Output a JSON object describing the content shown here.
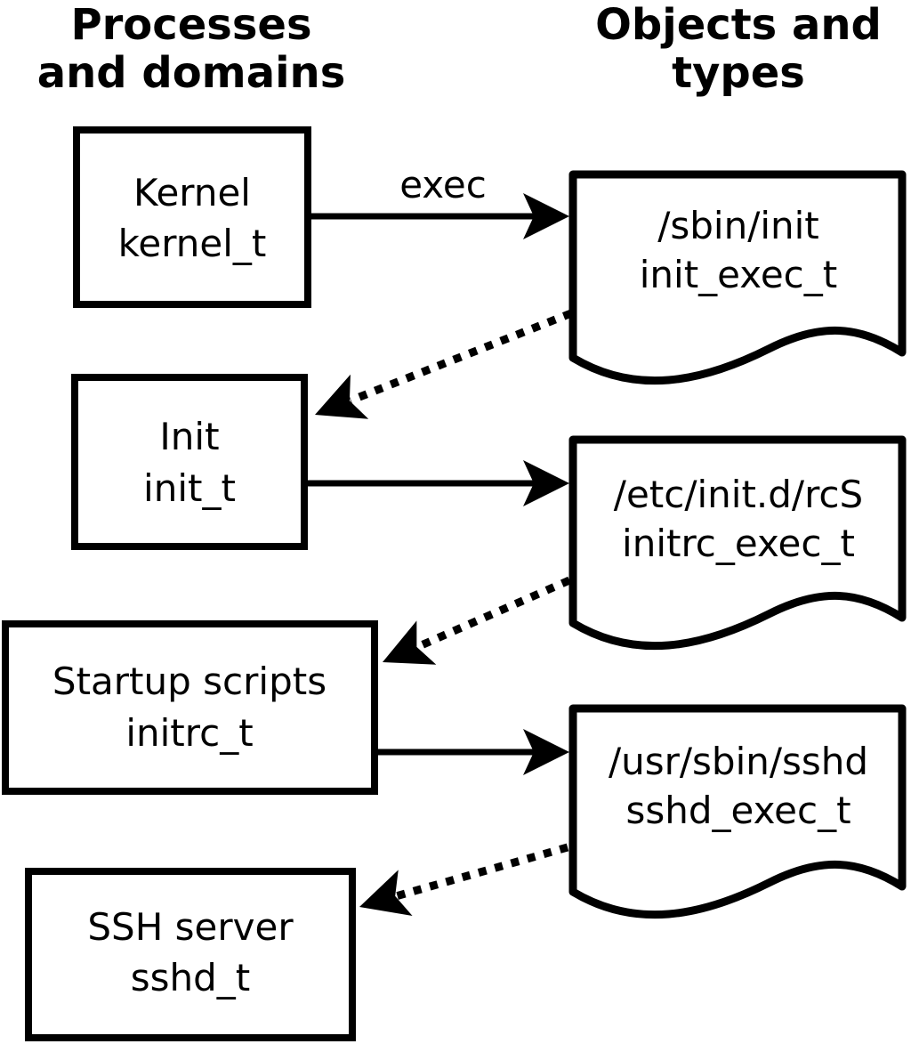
{
  "diagram": {
    "columns": {
      "left": {
        "title_line1": "Processes",
        "title_line2": "and domains"
      },
      "right": {
        "title_line1": "Objects and",
        "title_line2": "types"
      }
    },
    "process_nodes": [
      {
        "name": "Kernel",
        "domain": "kernel_t"
      },
      {
        "name": "Init",
        "domain": "init_t"
      },
      {
        "name": "Startup scripts",
        "domain": "initrc_t"
      },
      {
        "name": "SSH server",
        "domain": "sshd_t"
      }
    ],
    "object_nodes": [
      {
        "path": "/sbin/init",
        "type": "init_exec_t"
      },
      {
        "path": "/etc/init.d/rcS",
        "type": "initrc_exec_t"
      },
      {
        "path": "/usr/sbin/sshd",
        "type": "sshd_exec_t"
      }
    ],
    "edges": {
      "exec_label": "exec"
    },
    "colors": {
      "line": "#000000",
      "fill": "#ffffff",
      "background": "#ffffff"
    }
  }
}
